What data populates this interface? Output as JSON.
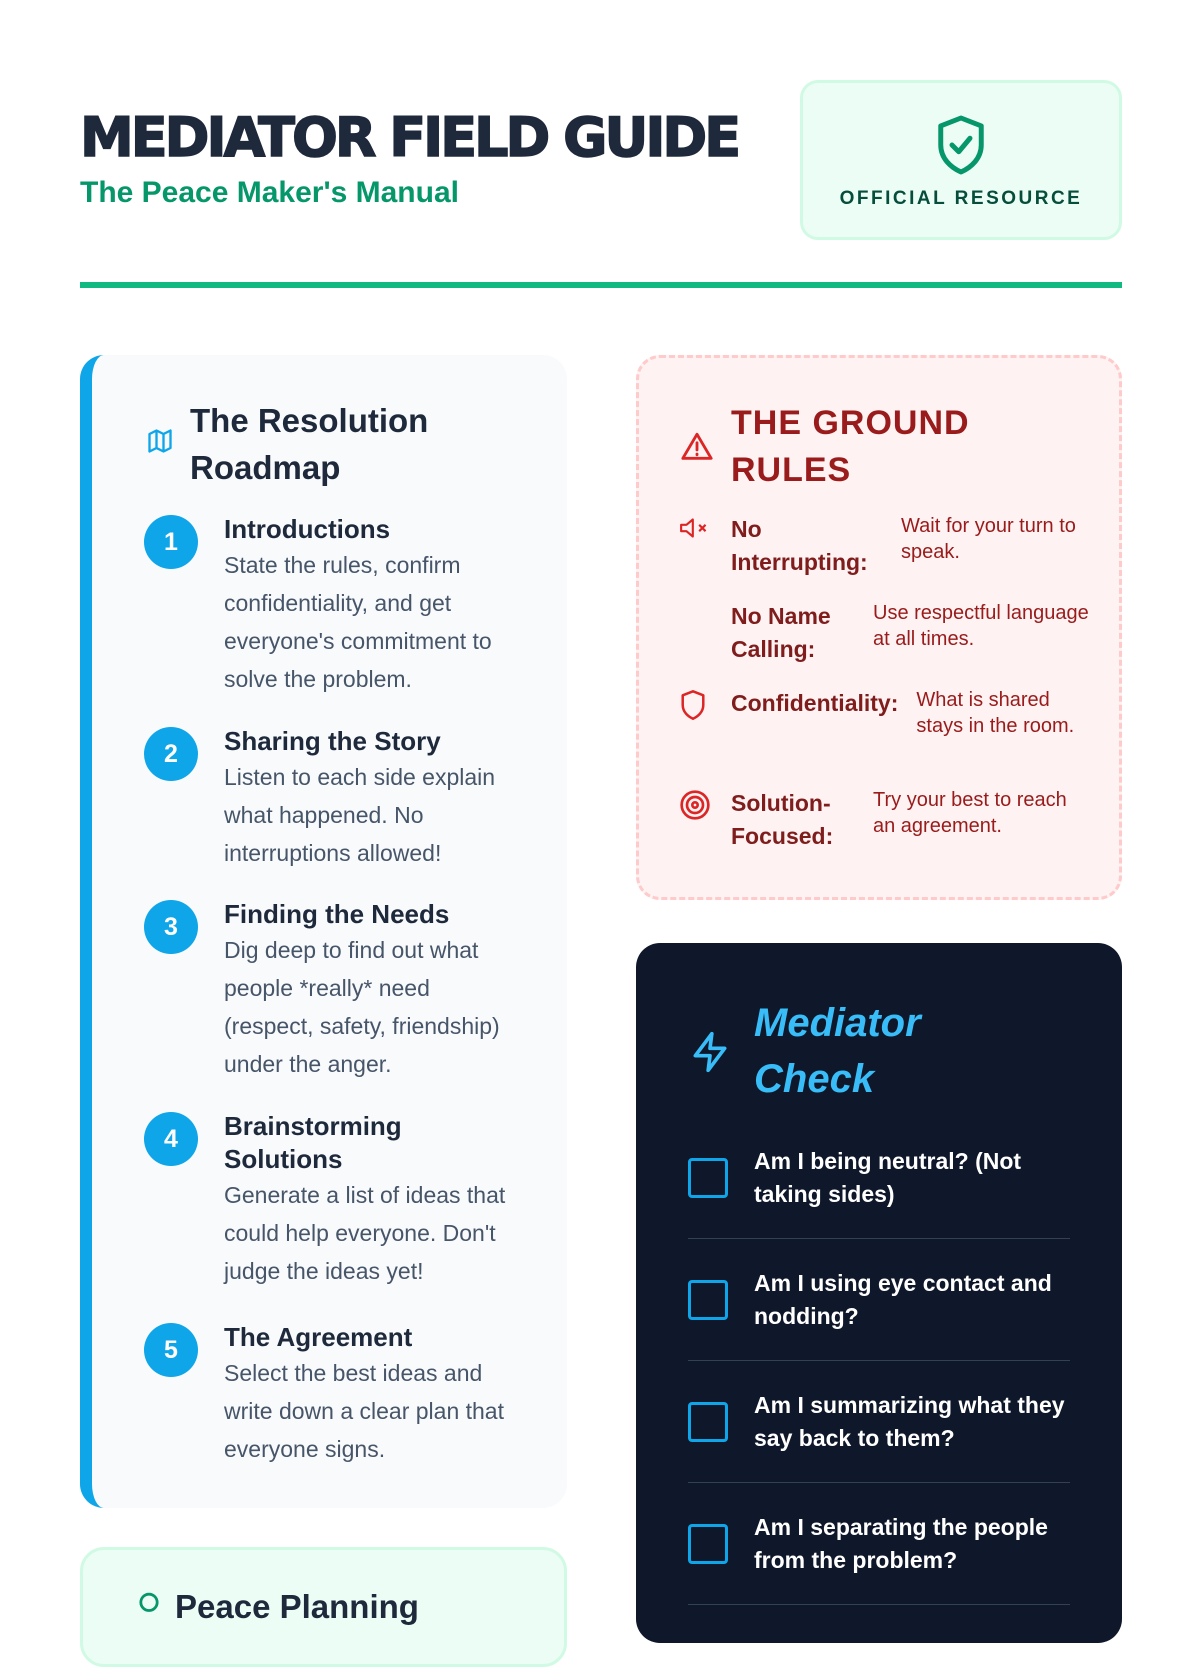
{
  "header": {
    "title": "MEDIATOR FIELD GUIDE",
    "subtitle": "The Peace Maker's Manual",
    "badge": "OFFICIAL RESOURCE"
  },
  "roadmap": {
    "title": "The Resolution Roadmap",
    "steps": [
      {
        "num": "1",
        "title": "Introductions",
        "desc": "State the rules, confirm confidentiality, and get everyone's commitment to solve the problem."
      },
      {
        "num": "2",
        "title": "Sharing the Story",
        "desc": "Listen to each side explain what happened. No interruptions allowed!"
      },
      {
        "num": "3",
        "title": "Finding the Needs",
        "desc": "Dig deep to find out what people *really* need (respect, safety, friendship) under the anger."
      },
      {
        "num": "4",
        "title": "Brainstorming Solutions",
        "desc": "Generate a list of ideas that could help everyone. Don't judge the ideas yet!"
      },
      {
        "num": "5",
        "title": "The Agreement",
        "desc": "Select the best ideas and write down a clear plan that everyone signs."
      }
    ]
  },
  "rules": {
    "title": "THE GROUND RULES",
    "items": [
      {
        "label": "No Interrupting:",
        "desc": "Wait for your turn to speak."
      },
      {
        "label": "No Name Calling:",
        "desc": "Use respectful language at all times."
      },
      {
        "label": "Confidentiality:",
        "desc": "What is shared stays in the room."
      },
      {
        "label": "Solution-Focused:",
        "desc": "Try your best to reach an agreement."
      }
    ]
  },
  "check": {
    "title": "Mediator Check",
    "items": [
      "Am I being neutral? (Not taking sides)",
      "Am I using eye contact and nodding?",
      "Am I summarizing what they say back to them?",
      "Am I separating the people from the problem?"
    ]
  },
  "plan": {
    "title": "Peace Planning"
  },
  "colors": {
    "green": "#10b981",
    "blue": "#0ea5e9",
    "red": "#dc2626",
    "navy": "#0f172a"
  }
}
